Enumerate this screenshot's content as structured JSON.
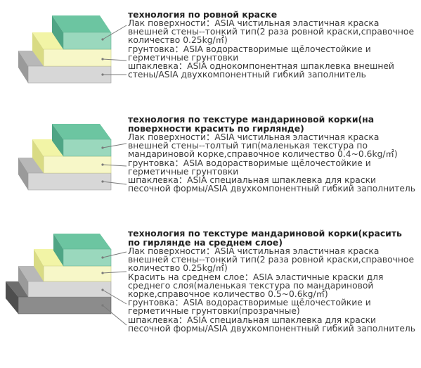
{
  "sections": [
    {
      "title": "технология по ровной краске",
      "layers": [
        "Лак поверхности：ASIA чистильная эластичная краска внешней стены--тонкий тип(2 раза ровной краски,справочное количество 0.25kg/㎡)",
        "грунтовка：ASIA водорастворимые щёлочестойкие и герметичные грунтовки",
        "шпаклевка：ASIA однокомпонентная шпаклевка внешней стены/ASIA двухкомпонентный гибкий заполнитель"
      ]
    },
    {
      "title": "технология по текстуре мандариновой корки(на поверхности красить по гирлянде)",
      "layers": [
        "Лак поверхности：ASIA чистильная эластичная краска внешней стены--толтый тип(маленькая текстура по мандариновой корке,справочное количество 0.4~0.6kg/㎡)",
        "грунтовка：ASIA водорастворимые щёлочестойкие и герметичные грунтовки",
        "шпаклевка：ASIA специальная шпаклевка для краски песочной формы/ASIA двухкомпонентный гибкий заполнитель"
      ]
    },
    {
      "title": "технология по текстуре мандариновой корки(красить по гирлянде на среднем слое)",
      "layers": [
        "Лак поверхности：ASIA чистильная эластичная краска внешней стены--тонкий тип(2 раза ровной краски,справочное количество 0.25kg/㎡)",
        "Красить на среднем слое：ASIA эластичные краски для среднего слоя(маленькая текстура по мандариновой корке,справочное количество 0.5~0.6kg/㎡)",
        "грунтовка：ASIA водорастворимые щёлочестойкие и герметичные грунтовки(прозрачные)",
        "шпаклевка：ASIA специальная шпаклевка для краски песочной формы/ASIA двухкомпонентный гибкий заполнитель"
      ]
    }
  ],
  "colors": {
    "lacquer_top": "#6cc5a1",
    "lacquer_front": "#9ad8bd",
    "lacquer_side": "#4fa585",
    "primer_top": "#f2f4a6",
    "primer_front": "#f7f7c8",
    "primer_side": "#d9db84",
    "putty_top": "#b8b8b8",
    "putty_front": "#d7d7d7",
    "putty_side": "#9a9a9a",
    "dark_top": "#6e6e6e",
    "dark_front": "#8c8c8c",
    "dark_side": "#4e4e4e",
    "leader": "#7a7a7a"
  }
}
